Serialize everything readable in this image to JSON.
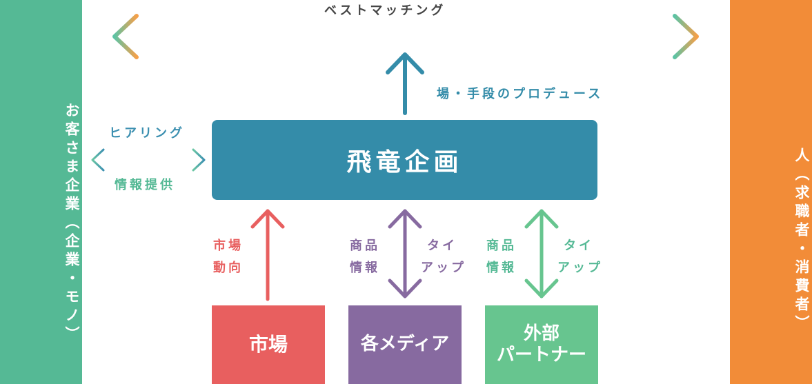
{
  "left_panel": {
    "label": "お客さま企業（企業・モノ）"
  },
  "right_panel": {
    "label": "人（求職者・消費者）"
  },
  "top": {
    "matching_label": "ベストマッチング"
  },
  "produce_label": "場・手段のプロデュース",
  "hearing_label": "ヒアリング",
  "info_provide_label": "情報提供",
  "center": {
    "title": "飛竜企画"
  },
  "market_trend_lines": [
    "市場",
    "動向"
  ],
  "media_left_lines": [
    "商品",
    "情報"
  ],
  "media_right_lines": [
    "タイ",
    "アップ"
  ],
  "partner_left_lines": [
    "商品",
    "情報"
  ],
  "partner_right_lines": [
    "タイ",
    "アップ"
  ],
  "sources": {
    "market": "市場",
    "media": "各メディア",
    "partner_line1": "外部",
    "partner_line2": "パートナー"
  },
  "colors": {
    "left_green": "#55b995",
    "right_orange": "#f28c38",
    "center_blue": "#348ca9",
    "market_red": "#e85f5f",
    "media_purple": "#876aa0",
    "partner_green": "#67c58f"
  }
}
